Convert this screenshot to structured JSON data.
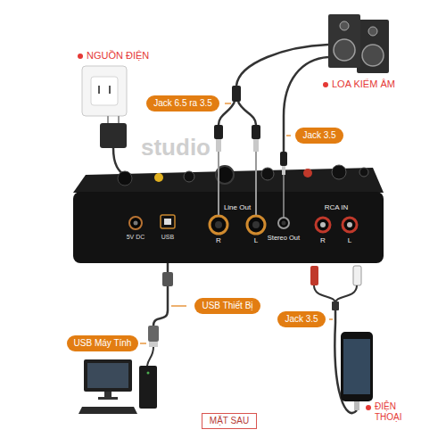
{
  "diagram": {
    "nodes": [
      {
        "text": [
          "Jack 6.5 ra 3.5"
        ]
      },
      {
        "text": [
          "Jack 3.5"
        ]
      },
      {
        "text": [
          "USB Thiết Bị"
        ]
      },
      {
        "text": [
          "Jack 3.5"
        ]
      },
      {
        "text": [
          "USB Máy Tính"
        ]
      },
      {
        "text": [
          "MẶT SAU"
        ]
      }
    ],
    "labels": [
      "studio",
      "NGUỒN ĐIỆN",
      "LOA KIỂM ÂM",
      "5V DC",
      "USB",
      "Line Out",
      "R",
      "L",
      "Stereo Out",
      "RCA IN",
      "R",
      "L",
      "ĐIỆN THOẠI"
    ]
  }
}
